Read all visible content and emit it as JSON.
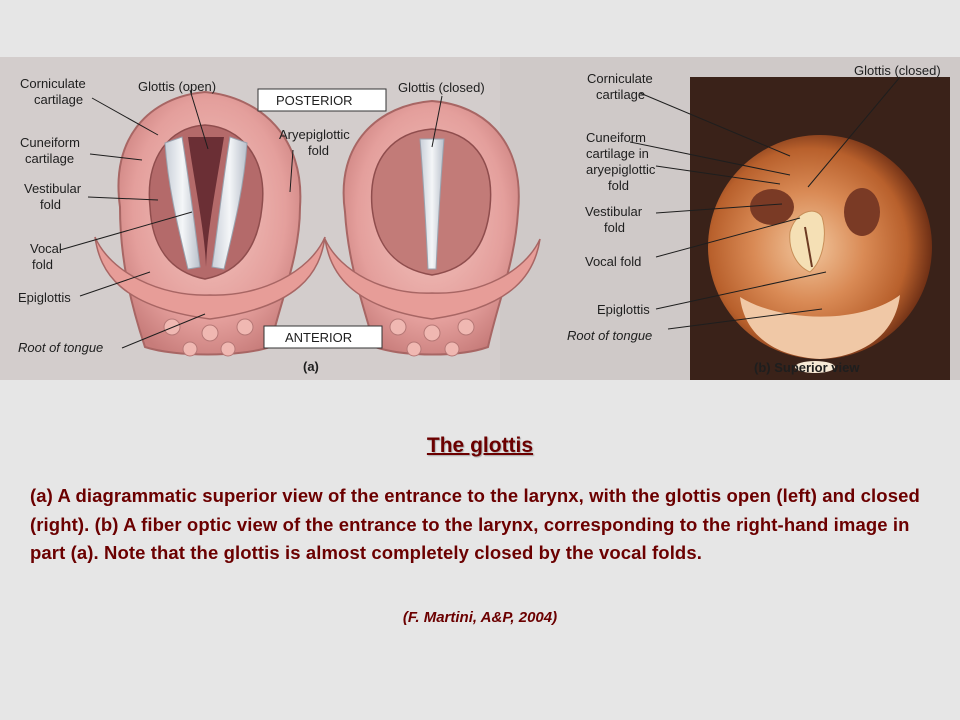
{
  "figure": {
    "left_labels": {
      "corniculate": [
        "Corniculate",
        "cartilage"
      ],
      "cuneiform": [
        "Cuneiform",
        "cartilage"
      ],
      "vestibular": [
        "Vestibular",
        "fold"
      ],
      "vocal": [
        "Vocal",
        "fold"
      ],
      "epiglottis": "Epiglottis",
      "root": "Root of tongue",
      "glottis_open": "Glottis (open)",
      "posterior": "POSTERIOR",
      "glottis_closed": "Glottis (closed)",
      "aryepiglottic": [
        "Aryepiglottic",
        "fold"
      ],
      "anterior": "ANTERIOR",
      "part_a": "(a)"
    },
    "right_labels": {
      "corniculate": [
        "Corniculate",
        "cartilage"
      ],
      "cuneiform": [
        "Cuneiform",
        "cartilage in",
        "aryepiglottic",
        "fold"
      ],
      "vestibular": [
        "Vestibular",
        "fold"
      ],
      "vocal": "Vocal fold",
      "epiglottis": "Epiglottis",
      "root": "Root of tongue",
      "glottis_closed": "Glottis (closed)",
      "part_b": "(b) Superior view"
    }
  },
  "caption": {
    "title": "The glottis",
    "body": "(a) A diagrammatic superior view of the entrance to the larynx, with the glottis open (left) and closed (right). (b) A fiber optic view of the entrance to the larynx, corresponding to the right-hand image in part (a). Note that the glottis is almost completely closed by the vocal folds.",
    "source": "(F. Martini, A&P, 2004)"
  },
  "colors": {
    "caption_text": "#6b0000",
    "figure_bg": "#d5d0cf",
    "page_bg": "#e6e6e6",
    "tissue": "#e8a7a6",
    "endoscope_bg": "#2a1a14"
  }
}
